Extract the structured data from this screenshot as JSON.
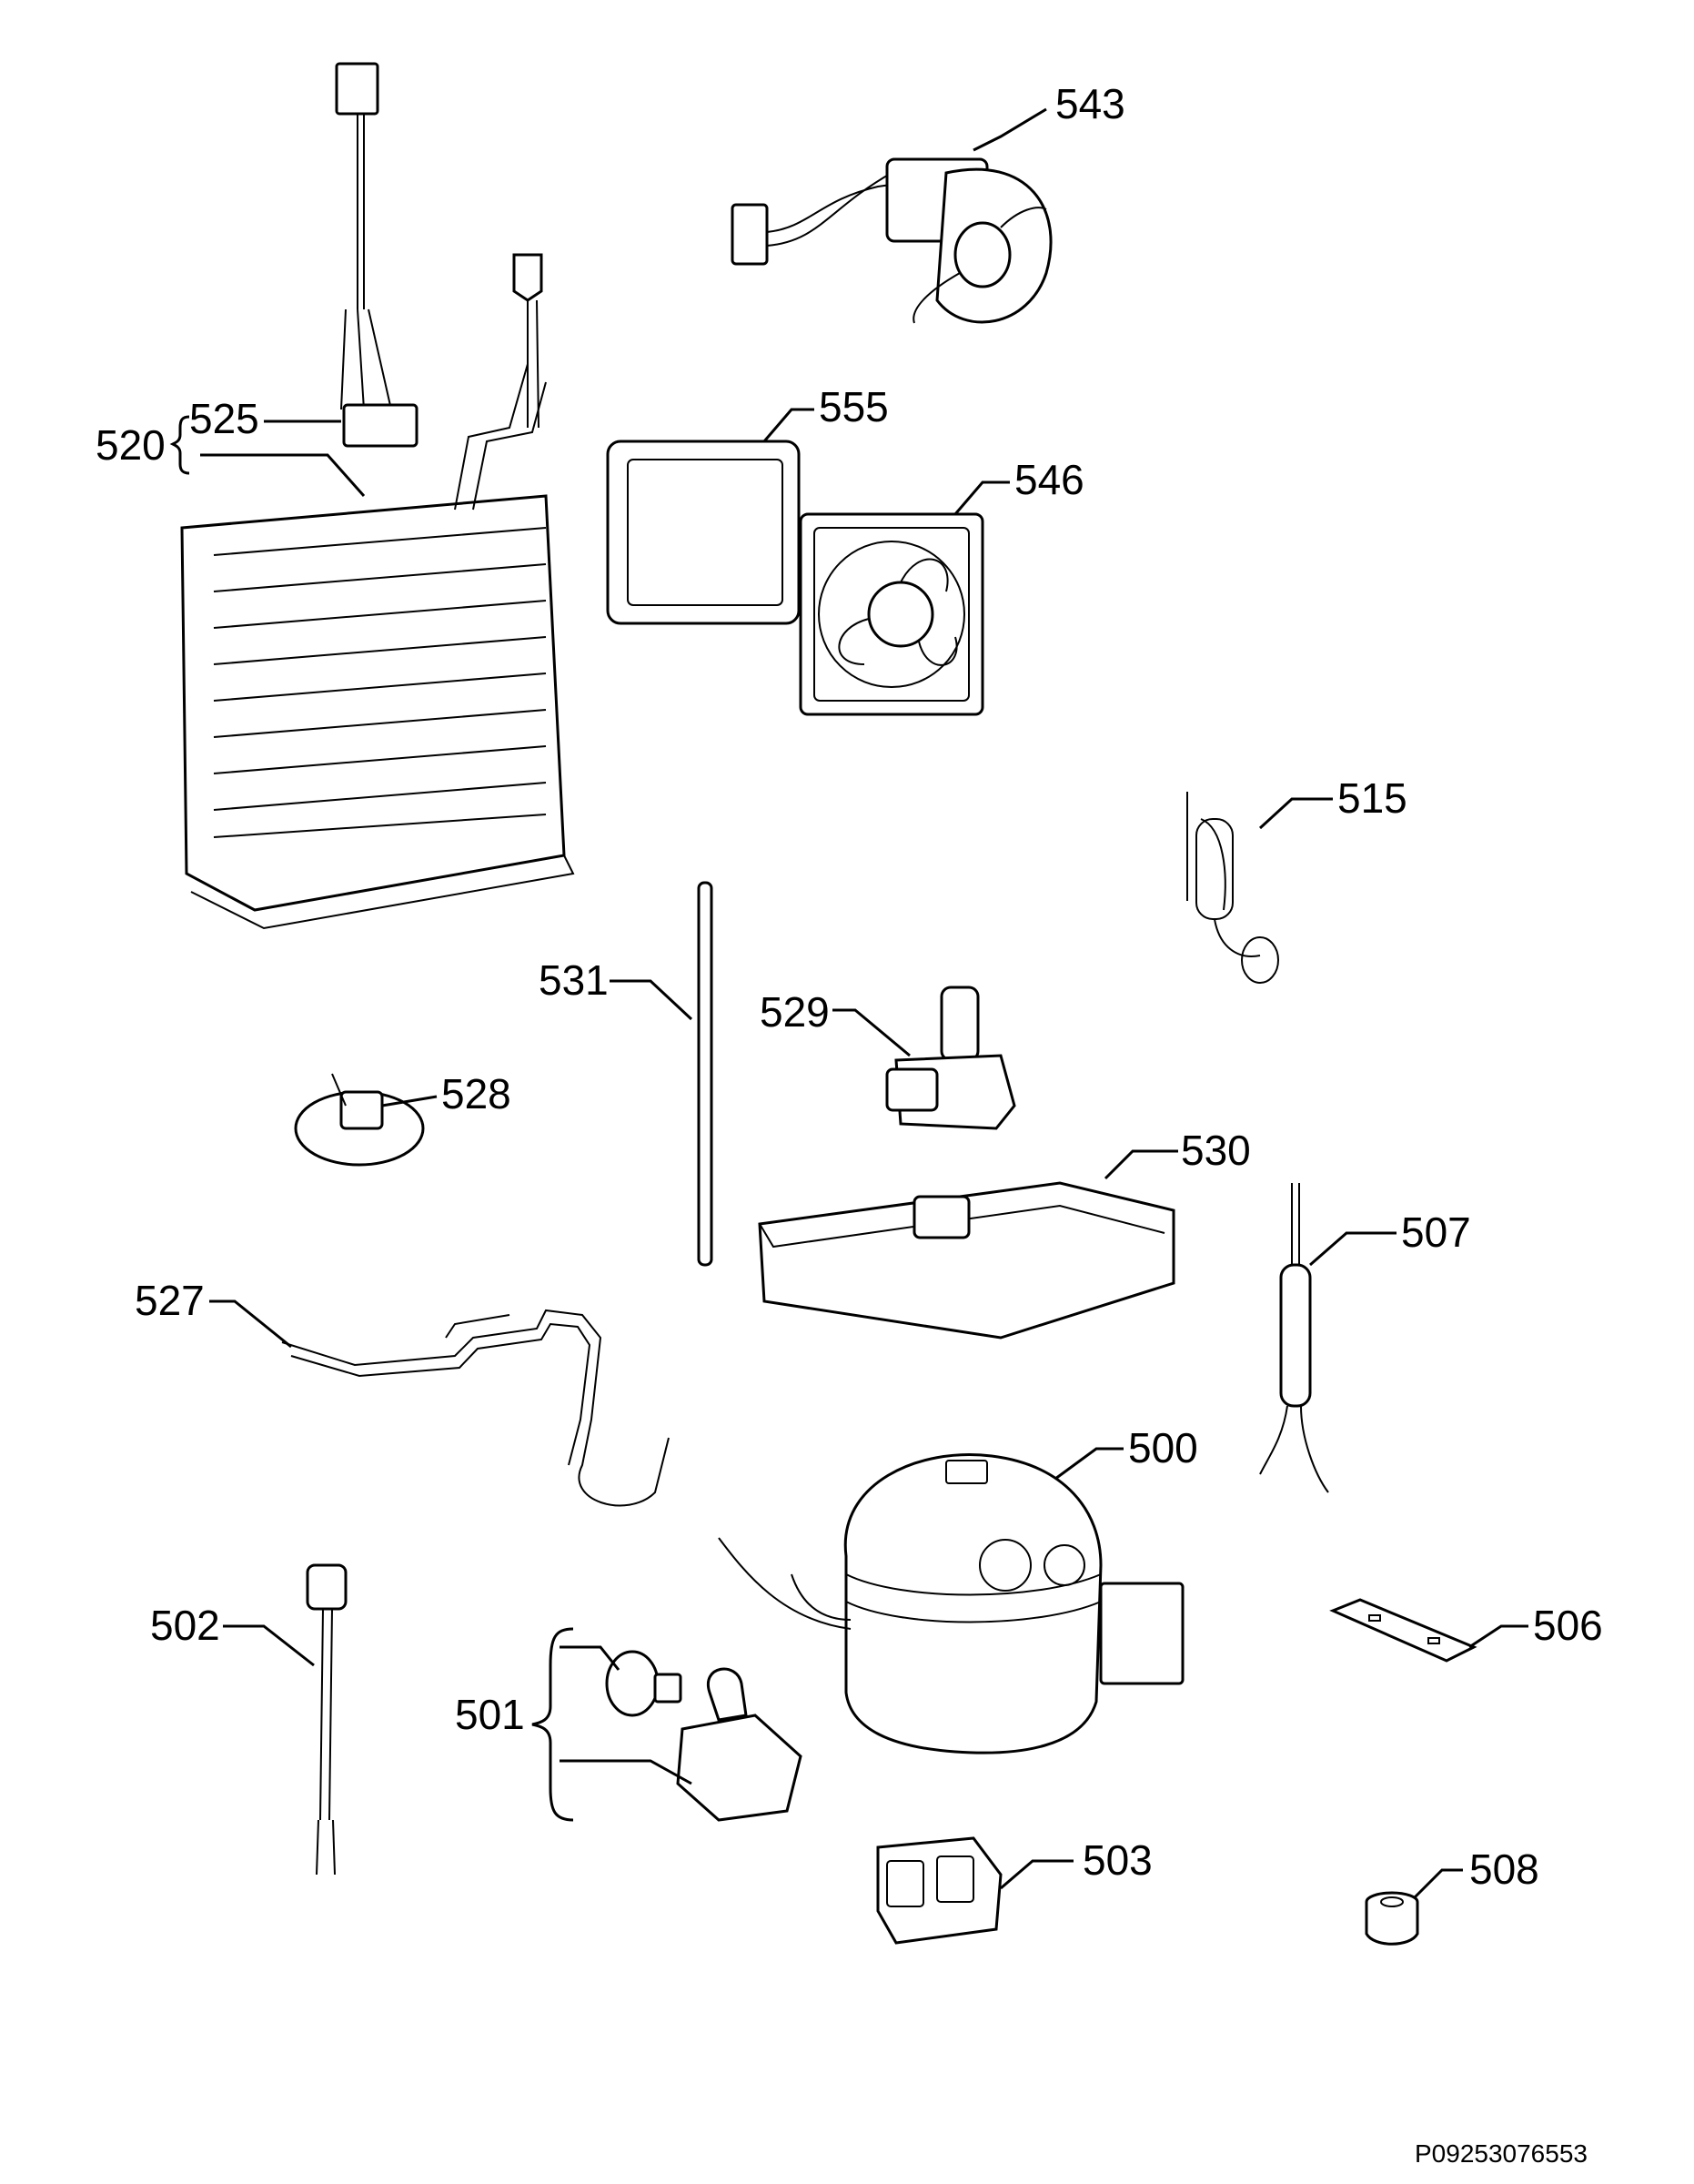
{
  "labels": {
    "l543": "543",
    "l555": "555",
    "l546": "546",
    "l520": "520",
    "l525": "525",
    "l515": "515",
    "l531": "531",
    "l529": "529",
    "l528": "528",
    "l530": "530",
    "l507": "507",
    "l527": "527",
    "l500": "500",
    "l502": "502",
    "l501": "501",
    "l506": "506",
    "l503": "503",
    "l508": "508"
  },
  "document_code": "P09253076553"
}
